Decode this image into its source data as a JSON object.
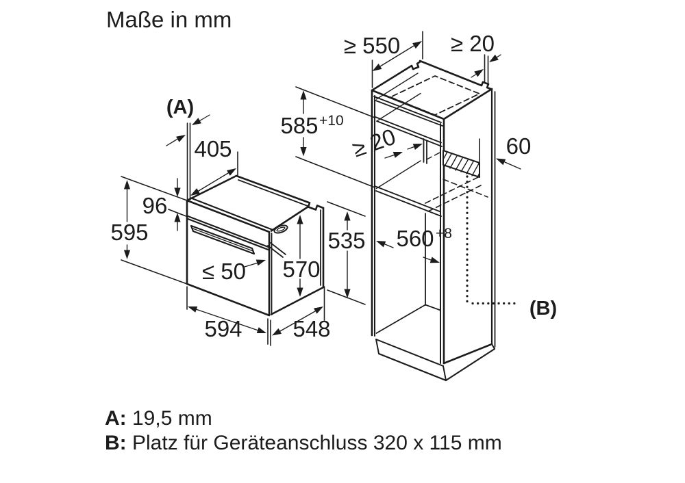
{
  "title": "Maße in mm",
  "colors": {
    "line": "#1c1c1c",
    "background": "#ffffff"
  },
  "oven": {
    "label_a": "(A)",
    "dims": {
      "top_depth": "405",
      "panel_height": "96",
      "door_height": "595",
      "handle_gap": "≤ 50",
      "front_height": "570",
      "side_height": "535",
      "width": "594",
      "depth": "548"
    }
  },
  "cabinet": {
    "label_b": "(B)",
    "dims": {
      "depth_min": "≥ 550",
      "rear_gap_top": "≥ 20",
      "niche_height": "585",
      "niche_height_tol": "+10",
      "rear_gap_mid": "≥ 20",
      "connection_depth": "60",
      "niche_width": "560",
      "niche_width_tol": "+8"
    }
  },
  "notes": {
    "a_label": "A:",
    "a_value": "19,5 mm",
    "b_label": "B:",
    "b_value": "Platz für Geräteanschluss 320 x 115 mm"
  }
}
